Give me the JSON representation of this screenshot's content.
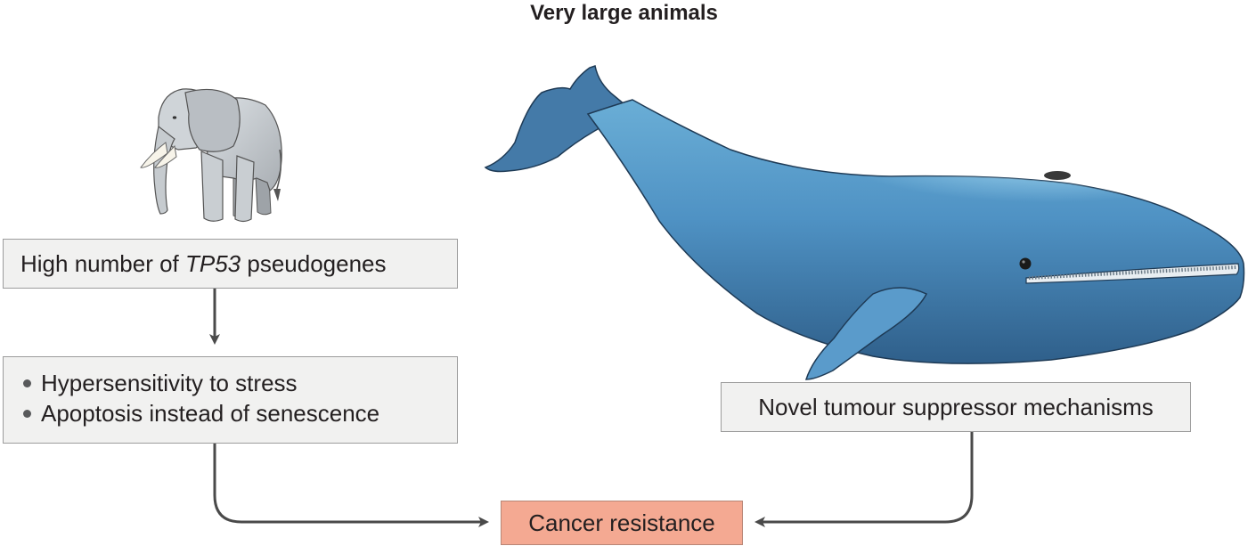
{
  "title": "Very large animals",
  "elephant_branch": {
    "mechanism": {
      "prefix": "High number of ",
      "gene": "TP53",
      "suffix": " pseudogenes"
    },
    "effects": [
      "Hypersensitivity to stress",
      "Apoptosis instead of senescence"
    ]
  },
  "whale_branch": {
    "mechanism": "Novel tumour suppressor mechanisms"
  },
  "outcome": "Cancer resistance",
  "icons": {
    "elephant": "elephant-icon",
    "whale": "whale-icon"
  },
  "colors": {
    "box_fill": "#f1f1f0",
    "outcome_fill": "#f4a992",
    "arrow": "#4a4a4a",
    "whale_body": "#3f7bab",
    "elephant_body": "#c3c8cc"
  }
}
